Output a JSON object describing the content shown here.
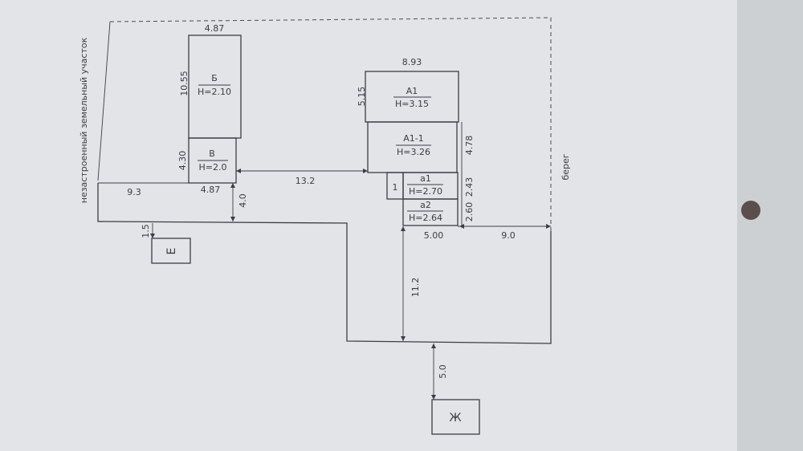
{
  "dims": {
    "b_top": "4.87",
    "b_left": "10.55",
    "v_left": "4.30",
    "v_bottom": "4.87",
    "left_width": "9.3",
    "plot_offset": "1.5",
    "gap_4": "4.0",
    "mid_13": "13.2",
    "a1_top": "8.93",
    "a1_left": "5.15",
    "a11_right": "4.78",
    "a_right": "2.43",
    "a2_right": "2.60",
    "a2_bottom": "5.00",
    "right_9": "9.0",
    "vert_11": "11.2",
    "zh_5": "5.0"
  },
  "buildings": {
    "b_name": "Б",
    "b_h": "H=2.10",
    "v_name": "В",
    "v_h": "H=2.0",
    "a1_name": "А1",
    "a1_h": "H=3.15",
    "a11_name": "А1-1",
    "a11_h": "H=3.26",
    "a_name": "а1",
    "a_h": "H=2.70",
    "a2_name": "а2",
    "a2_h": "H=2.64",
    "one": "1",
    "ye": "Е",
    "zh": "Ж"
  },
  "side_texts": {
    "left": "незастроенный земельный участок",
    "right": "берег"
  },
  "colors": {
    "paper": "#e3e5e8",
    "background": "#cfd2d5",
    "line": "#3b3e44",
    "pin": "#5a4f4a"
  }
}
